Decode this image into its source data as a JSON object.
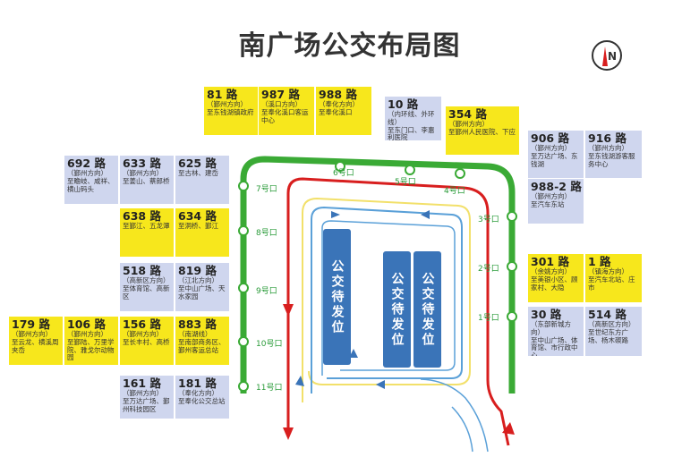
{
  "title": "南广场公交布局图",
  "compass": {
    "letter": "N"
  },
  "bays": [
    "公交待发位",
    "公交待发位",
    "公交待发位"
  ],
  "ports": [
    "1号口",
    "2号口",
    "3号口",
    "4号口",
    "5号口",
    "6号口",
    "7号口",
    "8号口",
    "9号口",
    "10号口",
    "11号口"
  ],
  "routes": [
    {
      "id": "r81",
      "route": "81 路",
      "dir": "（鄞州方向）",
      "dest": "至东钱湖镇政府",
      "color": "yellow"
    },
    {
      "id": "r987",
      "route": "987 路",
      "dir": "（溪口方向）",
      "dest": "至奉化溪口客运中心",
      "color": "yellow"
    },
    {
      "id": "r988",
      "route": "988 路",
      "dir": "（奉化方向）",
      "dest": "至奉化溪口",
      "color": "yellow"
    },
    {
      "id": "r10",
      "route": "10 路",
      "dir": "（内环线、外环线）",
      "dest": "至东门口、李惠利医院",
      "color": "blue"
    },
    {
      "id": "r354",
      "route": "354 路",
      "dir": "（鄞州方向）",
      "dest": "至鄞州人民医院、下应",
      "color": "yellow"
    },
    {
      "id": "r906",
      "route": "906 路",
      "dir": "（鄞州方向）",
      "dest": "至万达广场、东钱湖",
      "color": "blue"
    },
    {
      "id": "r916",
      "route": "916 路",
      "dir": "（鄞州方向）",
      "dest": "至东钱湖游客服务中心",
      "color": "blue"
    },
    {
      "id": "r988-2",
      "route": "988-2 路",
      "dir": "（鄞州方向）",
      "dest": "至汽车东站",
      "color": "blue"
    },
    {
      "id": "r301",
      "route": "301 路",
      "dir": "（余姚方向）",
      "dest": "至美银小区、顾家村、大隐",
      "color": "yellow"
    },
    {
      "id": "r1",
      "route": "1 路",
      "dir": "（镇海方向）",
      "dest": "至汽车北站、庄市",
      "color": "yellow"
    },
    {
      "id": "r30",
      "route": "30 路",
      "dir": "（东部新城方向）",
      "dest": "至中山广场、体育馆、市行政中心",
      "color": "blue"
    },
    {
      "id": "r514",
      "route": "514 路",
      "dir": "（高新区方向）",
      "dest": "至世纪东方广场、杨木碶路",
      "color": "blue"
    },
    {
      "id": "r692",
      "route": "692 路",
      "dir": "（鄞州方向）",
      "dest": "至瞻岐、咸祥、横山码头",
      "color": "blue"
    },
    {
      "id": "r633",
      "route": "633 路",
      "dir": "（鄞州方向）",
      "dest": "至姜山、蔡郎桥",
      "color": "blue"
    },
    {
      "id": "r625",
      "route": "625 路",
      "dir": "",
      "dest": "至古林、建岙",
      "color": "blue"
    },
    {
      "id": "r638",
      "route": "638 路",
      "dir": "",
      "dest": "至鄞江、五龙潭",
      "color": "yellow"
    },
    {
      "id": "r634",
      "route": "634 路",
      "dir": "",
      "dest": "至洞桥、鄞江",
      "color": "yellow"
    },
    {
      "id": "r518",
      "route": "518 路",
      "dir": "（高新区方向）",
      "dest": "至体育馆、高新区",
      "color": "blue"
    },
    {
      "id": "r819",
      "route": "819 路",
      "dir": "（江北方向）",
      "dest": "至中山广场、天水家园",
      "color": "blue"
    },
    {
      "id": "r179",
      "route": "179 路",
      "dir": "（鄞州方向）",
      "dest": "至云龙、横溪周夹岙",
      "color": "yellow"
    },
    {
      "id": "r106",
      "route": "106 路",
      "dir": "（鄞州方向）",
      "dest": "至鄞陆、万里学院、雅戈尔动物园",
      "color": "yellow"
    },
    {
      "id": "r156",
      "route": "156 路",
      "dir": "（鄞州方向）",
      "dest": "至长丰村、高桥",
      "color": "yellow"
    },
    {
      "id": "r883",
      "route": "883 路",
      "dir": "（南湖线）",
      "dest": "至南部商务区、鄞州客运总站",
      "color": "yellow"
    },
    {
      "id": "r161",
      "route": "161 路",
      "dir": "（鄞州方向）",
      "dest": "至万达广场、鄞州科技园区",
      "color": "blue"
    },
    {
      "id": "r181",
      "route": "181 路",
      "dir": "（奉化方向）",
      "dest": "至奉化公交总站",
      "color": "blue"
    }
  ]
}
